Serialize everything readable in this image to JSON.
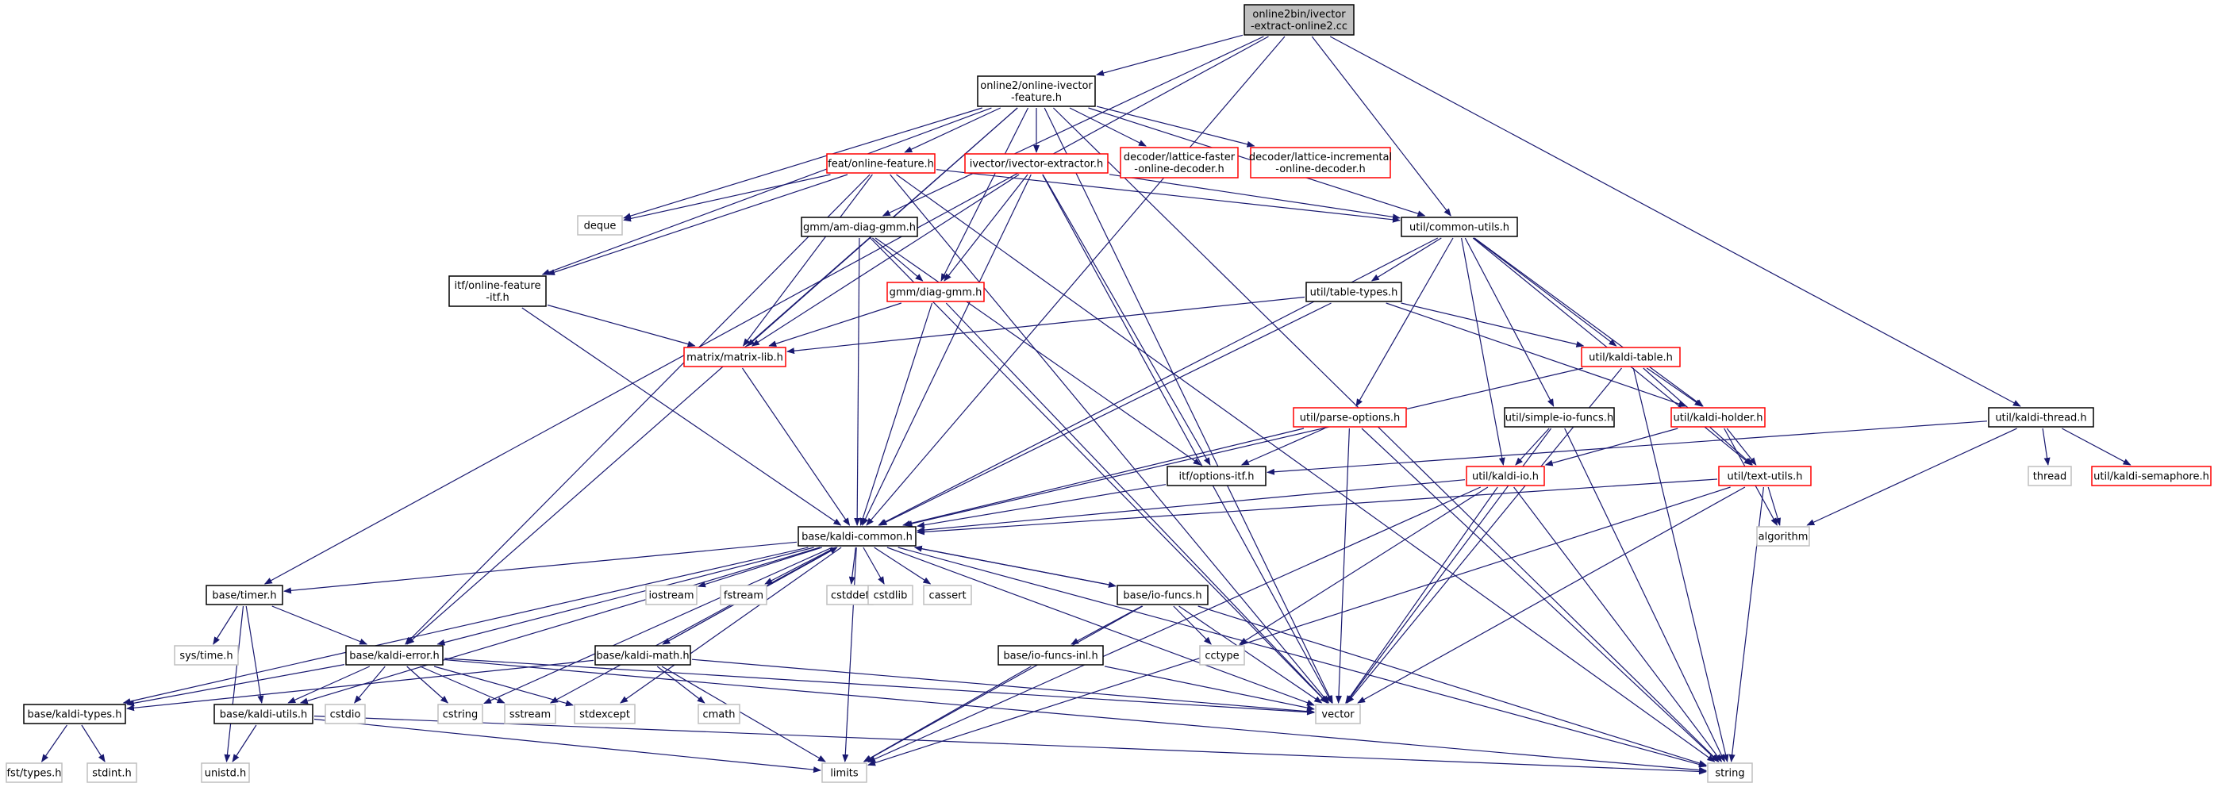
{
  "colors": {
    "edge": "#191970",
    "root_fill": "#bfbfbf",
    "documented_border": "#000000",
    "undocumented_border": "#ff0000",
    "system_border": "#bfbfbf"
  },
  "nodes": [
    {
      "id": "root",
      "label": [
        "online2bin/ivector",
        "-extract-online2.cc"
      ],
      "kind": "root"
    },
    {
      "id": "online_ivector_feature",
      "label": [
        "online2/online-ivector",
        "-feature.h"
      ],
      "kind": "documented"
    },
    {
      "id": "feat_online_feature",
      "label": [
        "feat/online-feature.h"
      ],
      "kind": "undocumented"
    },
    {
      "id": "ivector_extractor",
      "label": [
        "ivector/ivector-extractor.h"
      ],
      "kind": "undocumented"
    },
    {
      "id": "lattice_faster",
      "label": [
        "decoder/lattice-faster",
        "-online-decoder.h"
      ],
      "kind": "undocumented"
    },
    {
      "id": "lattice_incremental",
      "label": [
        "decoder/lattice-incremental",
        "-online-decoder.h"
      ],
      "kind": "undocumented"
    },
    {
      "id": "deque",
      "label": [
        "deque"
      ],
      "kind": "system"
    },
    {
      "id": "am_diag_gmm",
      "label": [
        "gmm/am-diag-gmm.h"
      ],
      "kind": "documented"
    },
    {
      "id": "common_utils",
      "label": [
        "util/common-utils.h"
      ],
      "kind": "documented"
    },
    {
      "id": "online_feature_itf",
      "label": [
        "itf/online-feature",
        "-itf.h"
      ],
      "kind": "documented"
    },
    {
      "id": "diag_gmm",
      "label": [
        "gmm/diag-gmm.h"
      ],
      "kind": "undocumented"
    },
    {
      "id": "table_types",
      "label": [
        "util/table-types.h"
      ],
      "kind": "documented"
    },
    {
      "id": "matrix_lib",
      "label": [
        "matrix/matrix-lib.h"
      ],
      "kind": "undocumented"
    },
    {
      "id": "kaldi_table",
      "label": [
        "util/kaldi-table.h"
      ],
      "kind": "undocumented"
    },
    {
      "id": "parse_options",
      "label": [
        "util/parse-options.h"
      ],
      "kind": "undocumented"
    },
    {
      "id": "simple_io_funcs",
      "label": [
        "util/simple-io-funcs.h"
      ],
      "kind": "documented"
    },
    {
      "id": "kaldi_holder",
      "label": [
        "util/kaldi-holder.h"
      ],
      "kind": "undocumented"
    },
    {
      "id": "kaldi_thread",
      "label": [
        "util/kaldi-thread.h"
      ],
      "kind": "documented"
    },
    {
      "id": "options_itf",
      "label": [
        "itf/options-itf.h"
      ],
      "kind": "documented"
    },
    {
      "id": "kaldi_io",
      "label": [
        "util/kaldi-io.h"
      ],
      "kind": "undocumented"
    },
    {
      "id": "text_utils",
      "label": [
        "util/text-utils.h"
      ],
      "kind": "undocumented"
    },
    {
      "id": "thread",
      "label": [
        "thread"
      ],
      "kind": "system"
    },
    {
      "id": "kaldi_semaphore",
      "label": [
        "util/kaldi-semaphore.h"
      ],
      "kind": "undocumented"
    },
    {
      "id": "algorithm",
      "label": [
        "algorithm"
      ],
      "kind": "system"
    },
    {
      "id": "kaldi_common",
      "label": [
        "base/kaldi-common.h"
      ],
      "kind": "documented"
    },
    {
      "id": "timer",
      "label": [
        "base/timer.h"
      ],
      "kind": "documented"
    },
    {
      "id": "iostream",
      "label": [
        "iostream"
      ],
      "kind": "system"
    },
    {
      "id": "fstream",
      "label": [
        "fstream"
      ],
      "kind": "system"
    },
    {
      "id": "cstddef",
      "label": [
        "cstddef"
      ],
      "kind": "system"
    },
    {
      "id": "cstdlib",
      "label": [
        "cstdlib"
      ],
      "kind": "system"
    },
    {
      "id": "cassert",
      "label": [
        "cassert"
      ],
      "kind": "system"
    },
    {
      "id": "io_funcs",
      "label": [
        "base/io-funcs.h"
      ],
      "kind": "documented"
    },
    {
      "id": "sys_time",
      "label": [
        "sys/time.h"
      ],
      "kind": "system"
    },
    {
      "id": "kaldi_error",
      "label": [
        "base/kaldi-error.h"
      ],
      "kind": "documented"
    },
    {
      "id": "kaldi_math",
      "label": [
        "base/kaldi-math.h"
      ],
      "kind": "documented"
    },
    {
      "id": "io_funcs_inl",
      "label": [
        "base/io-funcs-inl.h"
      ],
      "kind": "documented"
    },
    {
      "id": "cctype",
      "label": [
        "cctype"
      ],
      "kind": "system"
    },
    {
      "id": "kaldi_types",
      "label": [
        "base/kaldi-types.h"
      ],
      "kind": "documented"
    },
    {
      "id": "kaldi_utils",
      "label": [
        "base/kaldi-utils.h"
      ],
      "kind": "documented"
    },
    {
      "id": "cstdio",
      "label": [
        "cstdio"
      ],
      "kind": "system"
    },
    {
      "id": "cstring",
      "label": [
        "cstring"
      ],
      "kind": "system"
    },
    {
      "id": "sstream",
      "label": [
        "sstream"
      ],
      "kind": "system"
    },
    {
      "id": "stdexcept",
      "label": [
        "stdexcept"
      ],
      "kind": "system"
    },
    {
      "id": "cmath",
      "label": [
        "cmath"
      ],
      "kind": "system"
    },
    {
      "id": "vector",
      "label": [
        "vector"
      ],
      "kind": "system"
    },
    {
      "id": "fst_types",
      "label": [
        "fst/types.h"
      ],
      "kind": "system"
    },
    {
      "id": "stdint",
      "label": [
        "stdint.h"
      ],
      "kind": "system"
    },
    {
      "id": "unistd",
      "label": [
        "unistd.h"
      ],
      "kind": "system"
    },
    {
      "id": "limits",
      "label": [
        "limits"
      ],
      "kind": "system"
    },
    {
      "id": "string",
      "label": [
        "string"
      ],
      "kind": "system"
    }
  ],
  "edges": [
    [
      "root",
      "online_ivector_feature"
    ],
    [
      "root",
      "am_diag_gmm"
    ],
    [
      "root",
      "common_utils"
    ],
    [
      "root",
      "kaldi_thread"
    ],
    [
      "root",
      "kaldi_common"
    ],
    [
      "root",
      "timer"
    ],
    [
      "online_ivector_feature",
      "feat_online_feature"
    ],
    [
      "online_ivector_feature",
      "ivector_extractor"
    ],
    [
      "online_ivector_feature",
      "lattice_faster"
    ],
    [
      "online_ivector_feature",
      "lattice_incremental"
    ],
    [
      "online_ivector_feature",
      "deque"
    ],
    [
      "online_ivector_feature",
      "common_utils"
    ],
    [
      "online_ivector_feature",
      "online_feature_itf"
    ],
    [
      "online_ivector_feature",
      "diag_gmm"
    ],
    [
      "online_ivector_feature",
      "matrix_lib"
    ],
    [
      "online_ivector_feature",
      "kaldi_error"
    ],
    [
      "online_ivector_feature",
      "string"
    ],
    [
      "online_ivector_feature",
      "vector"
    ],
    [
      "feat_online_feature",
      "deque"
    ],
    [
      "feat_online_feature",
      "common_utils"
    ],
    [
      "feat_online_feature",
      "online_feature_itf"
    ],
    [
      "feat_online_feature",
      "matrix_lib"
    ],
    [
      "feat_online_feature",
      "kaldi_error"
    ],
    [
      "feat_online_feature",
      "vector"
    ],
    [
      "feat_online_feature",
      "string"
    ],
    [
      "ivector_extractor",
      "diag_gmm"
    ],
    [
      "ivector_extractor",
      "matrix_lib"
    ],
    [
      "ivector_extractor",
      "kaldi_common"
    ],
    [
      "ivector_extractor",
      "options_itf"
    ],
    [
      "ivector_extractor",
      "common_utils"
    ],
    [
      "ivector_extractor",
      "vector"
    ],
    [
      "am_diag_gmm",
      "diag_gmm"
    ],
    [
      "am_diag_gmm",
      "kaldi_common"
    ],
    [
      "am_diag_gmm",
      "options_itf"
    ],
    [
      "am_diag_gmm",
      "vector"
    ],
    [
      "common_utils",
      "table_types"
    ],
    [
      "common_utils",
      "parse_options"
    ],
    [
      "common_utils",
      "simple_io_funcs"
    ],
    [
      "common_utils",
      "kaldi_table"
    ],
    [
      "common_utils",
      "kaldi_holder"
    ],
    [
      "common_utils",
      "kaldi_io"
    ],
    [
      "common_utils",
      "text_utils"
    ],
    [
      "common_utils",
      "kaldi_common"
    ],
    [
      "online_feature_itf",
      "matrix_lib"
    ],
    [
      "online_feature_itf",
      "kaldi_common"
    ],
    [
      "diag_gmm",
      "matrix_lib"
    ],
    [
      "diag_gmm",
      "kaldi_common"
    ],
    [
      "diag_gmm",
      "vector"
    ],
    [
      "table_types",
      "matrix_lib"
    ],
    [
      "table_types",
      "kaldi_table"
    ],
    [
      "table_types",
      "kaldi_holder"
    ],
    [
      "table_types",
      "kaldi_common"
    ],
    [
      "matrix_lib",
      "kaldi_common"
    ],
    [
      "kaldi_table",
      "kaldi_holder"
    ],
    [
      "kaldi_table",
      "text_utils"
    ],
    [
      "kaldi_table",
      "kaldi_common"
    ],
    [
      "kaldi_table",
      "string"
    ],
    [
      "kaldi_table",
      "vector"
    ],
    [
      "parse_options",
      "options_itf"
    ],
    [
      "parse_options",
      "kaldi_common"
    ],
    [
      "parse_options",
      "string"
    ],
    [
      "parse_options",
      "vector"
    ],
    [
      "simple_io_funcs",
      "kaldi_io"
    ],
    [
      "simple_io_funcs",
      "string"
    ],
    [
      "simple_io_funcs",
      "vector"
    ],
    [
      "kaldi_holder",
      "kaldi_io"
    ],
    [
      "kaldi_holder",
      "text_utils"
    ],
    [
      "kaldi_holder",
      "algorithm"
    ],
    [
      "kaldi_thread",
      "thread"
    ],
    [
      "kaldi_thread",
      "kaldi_semaphore"
    ],
    [
      "kaldi_thread",
      "algorithm"
    ],
    [
      "kaldi_thread",
      "options_itf"
    ],
    [
      "options_itf",
      "kaldi_common"
    ],
    [
      "kaldi_io",
      "kaldi_common"
    ],
    [
      "kaldi_io",
      "cctype"
    ],
    [
      "kaldi_io",
      "vector"
    ],
    [
      "kaldi_io",
      "string"
    ],
    [
      "kaldi_io",
      "limits"
    ],
    [
      "text_utils",
      "kaldi_common"
    ],
    [
      "text_utils",
      "algorithm"
    ],
    [
      "text_utils",
      "vector"
    ],
    [
      "text_utils",
      "string"
    ],
    [
      "text_utils",
      "limits"
    ],
    [
      "kaldi_common",
      "timer"
    ],
    [
      "kaldi_common",
      "iostream"
    ],
    [
      "kaldi_common",
      "fstream"
    ],
    [
      "kaldi_common",
      "cstddef"
    ],
    [
      "kaldi_common",
      "cstdlib"
    ],
    [
      "kaldi_common",
      "cassert"
    ],
    [
      "kaldi_common",
      "io_funcs"
    ],
    [
      "kaldi_common",
      "kaldi_error"
    ],
    [
      "kaldi_common",
      "kaldi_math"
    ],
    [
      "kaldi_common",
      "kaldi_types"
    ],
    [
      "kaldi_common",
      "kaldi_utils"
    ],
    [
      "kaldi_common",
      "cstring"
    ],
    [
      "kaldi_common",
      "sstream"
    ],
    [
      "kaldi_common",
      "stdexcept"
    ],
    [
      "kaldi_common",
      "vector"
    ],
    [
      "kaldi_common",
      "string"
    ],
    [
      "kaldi_common",
      "limits"
    ],
    [
      "timer",
      "sys_time"
    ],
    [
      "timer",
      "kaldi_error"
    ],
    [
      "timer",
      "kaldi_utils"
    ],
    [
      "timer",
      "unistd"
    ],
    [
      "io_funcs",
      "kaldi_common"
    ],
    [
      "io_funcs",
      "io_funcs_inl"
    ],
    [
      "io_funcs",
      "cctype"
    ],
    [
      "io_funcs",
      "vector"
    ],
    [
      "io_funcs",
      "limits"
    ],
    [
      "io_funcs",
      "string"
    ],
    [
      "kaldi_error",
      "kaldi_types"
    ],
    [
      "kaldi_error",
      "kaldi_utils"
    ],
    [
      "kaldi_error",
      "cstdio"
    ],
    [
      "kaldi_error",
      "cstring"
    ],
    [
      "kaldi_error",
      "sstream"
    ],
    [
      "kaldi_error",
      "stdexcept"
    ],
    [
      "kaldi_error",
      "vector"
    ],
    [
      "kaldi_error",
      "string"
    ],
    [
      "kaldi_math",
      "kaldi_common"
    ],
    [
      "kaldi_math",
      "kaldi_types"
    ],
    [
      "kaldi_math",
      "cmath"
    ],
    [
      "kaldi_math",
      "limits"
    ],
    [
      "kaldi_math",
      "vector"
    ],
    [
      "io_funcs_inl",
      "vector"
    ],
    [
      "io_funcs_inl",
      "limits"
    ],
    [
      "kaldi_types",
      "fst_types"
    ],
    [
      "kaldi_types",
      "stdint"
    ],
    [
      "kaldi_utils",
      "unistd"
    ],
    [
      "kaldi_utils",
      "limits"
    ],
    [
      "kaldi_utils",
      "string"
    ]
  ]
}
